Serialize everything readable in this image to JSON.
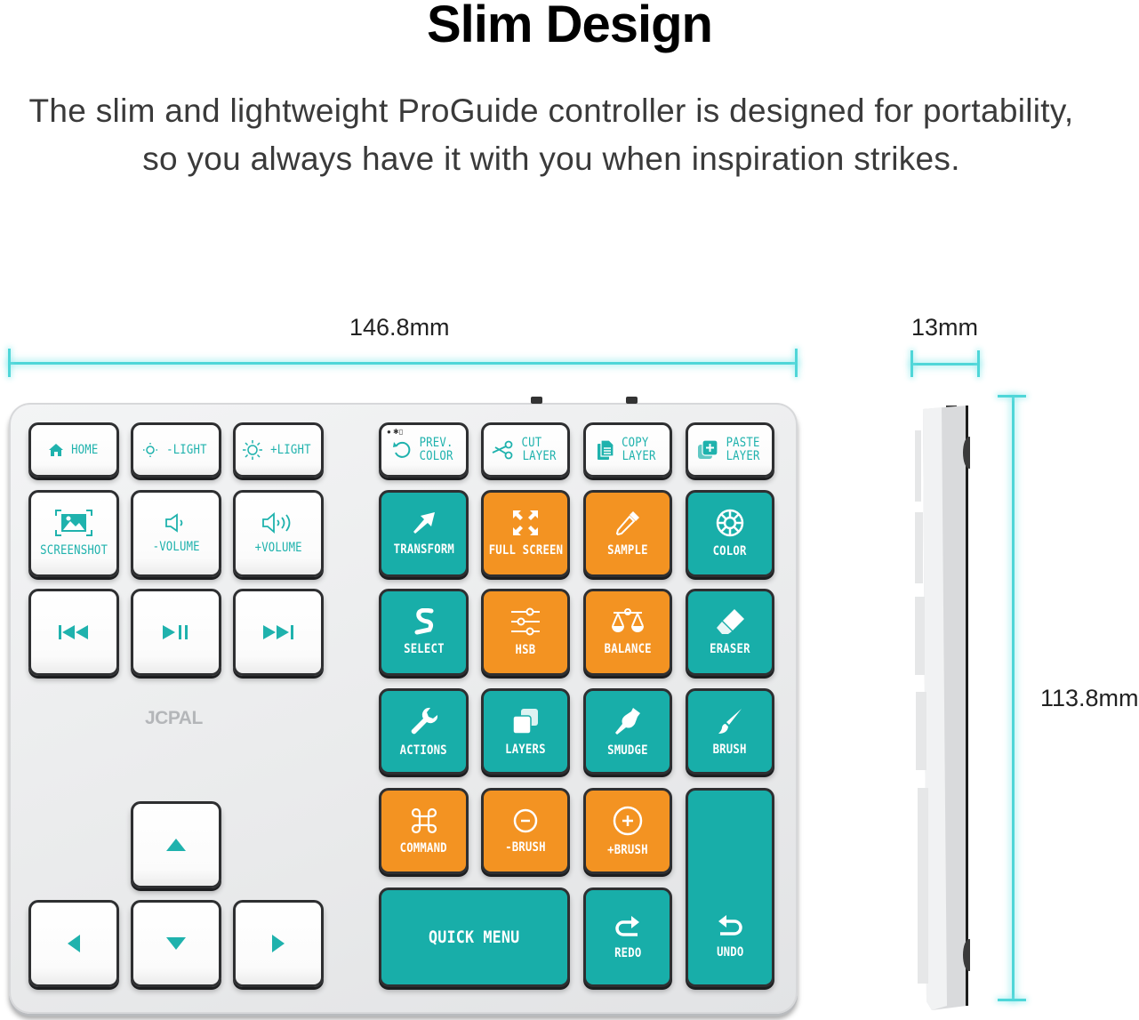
{
  "header": {
    "title": "Slim Design",
    "subtitle_line1": "The slim and lightweight ProGuide controller is designed for portability,",
    "subtitle_line2": "so you always have it with you when inspiration strikes."
  },
  "dimensions": {
    "width": "146.8mm",
    "depth": "13mm",
    "height": "113.8mm"
  },
  "colors": {
    "teal": "#18aea9",
    "orange": "#f39322",
    "white_key": "#ffffff",
    "key_border": "#2e2f31",
    "dimension_line": "#4fd6d8",
    "body": "#ebeced"
  },
  "brand": "JCPAL",
  "left_keys": [
    {
      "label": "HOME",
      "icon": "home-icon"
    },
    {
      "label": "-LIGHT",
      "icon": "brightness-down-icon"
    },
    {
      "label": "+LIGHT",
      "icon": "brightness-up-icon"
    },
    {
      "label": "SCREENSHOT",
      "icon": "screenshot-icon"
    },
    {
      "label": "-VOLUME",
      "icon": "volume-down-icon"
    },
    {
      "label": "+VOLUME",
      "icon": "volume-up-icon"
    },
    {
      "label": "",
      "icon": "previous-track-icon"
    },
    {
      "label": "",
      "icon": "play-pause-icon"
    },
    {
      "label": "",
      "icon": "next-track-icon"
    }
  ],
  "arrow_keys": [
    {
      "icon": "arrow-up-icon"
    },
    {
      "icon": "arrow-left-icon"
    },
    {
      "icon": "arrow-down-icon"
    },
    {
      "icon": "arrow-right-icon"
    }
  ],
  "top_keys": [
    {
      "line1": "PREV.",
      "line2": "COLOR",
      "icon": "undo-color-icon",
      "indicator": "● ✱▯"
    },
    {
      "line1": "CUT",
      "line2": "LAYER",
      "icon": "scissors-icon"
    },
    {
      "line1": "COPY",
      "line2": "LAYER",
      "icon": "copy-icon"
    },
    {
      "line1": "PASTE",
      "line2": "LAYER",
      "icon": "paste-icon"
    }
  ],
  "main_keys": [
    {
      "label": "TRANSFORM",
      "icon": "transform-arrow-icon",
      "color": "teal"
    },
    {
      "label": "FULL SCREEN",
      "icon": "fullscreen-icon",
      "color": "orange"
    },
    {
      "label": "SAMPLE",
      "icon": "eyedropper-icon",
      "color": "orange"
    },
    {
      "label": "COLOR",
      "icon": "color-wheel-icon",
      "color": "teal"
    },
    {
      "label": "SELECT",
      "icon": "select-icon",
      "color": "teal"
    },
    {
      "label": "HSB",
      "icon": "sliders-icon",
      "color": "orange"
    },
    {
      "label": "BALANCE",
      "icon": "balance-scale-icon",
      "color": "orange"
    },
    {
      "label": "ERASER",
      "icon": "eraser-icon",
      "color": "teal"
    },
    {
      "label": "ACTIONS",
      "icon": "wrench-icon",
      "color": "teal"
    },
    {
      "label": "LAYERS",
      "icon": "layers-icon",
      "color": "teal"
    },
    {
      "label": "SMUDGE",
      "icon": "smudge-icon",
      "color": "teal"
    },
    {
      "label": "BRUSH",
      "icon": "brush-icon",
      "color": "teal"
    },
    {
      "label": "COMMAND",
      "icon": "command-icon",
      "color": "orange"
    },
    {
      "label": "-BRUSH",
      "icon": "minus-circle-icon",
      "color": "orange"
    },
    {
      "label": "+BRUSH",
      "icon": "plus-circle-icon",
      "color": "orange"
    },
    {
      "label": "QUICK MENU",
      "icon": "",
      "color": "teal"
    },
    {
      "label": "REDO",
      "icon": "redo-icon",
      "color": "teal"
    },
    {
      "label": "UNDO",
      "icon": "undo-icon",
      "color": "teal"
    }
  ]
}
